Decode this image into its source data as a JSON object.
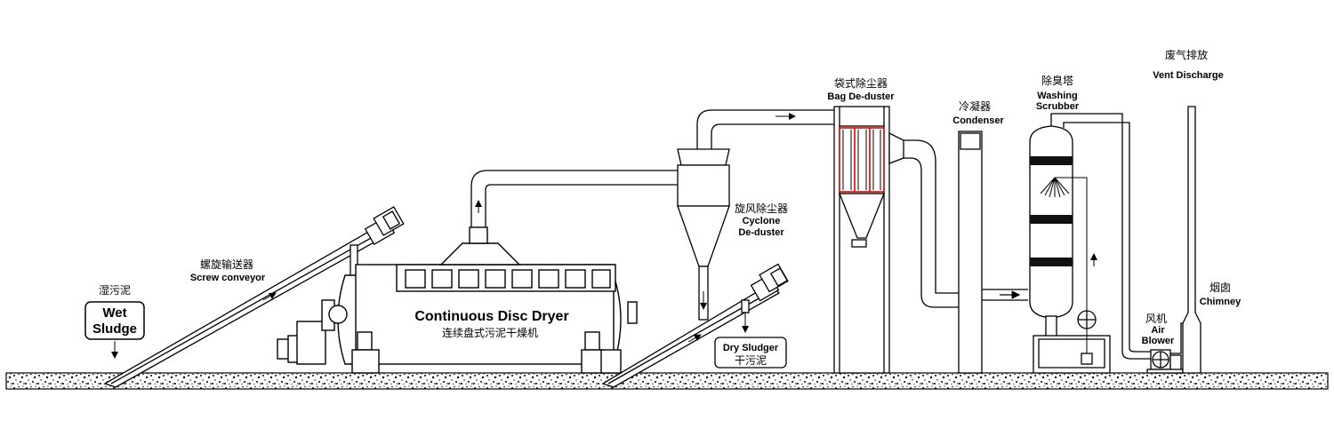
{
  "labels": {
    "wet_sludge_cn": "湿污泥",
    "wet_sludge_en_1": "Wet",
    "wet_sludge_en_2": "Sludge",
    "screw_conveyor_cn": "螺旋输送器",
    "screw_conveyor_en": "Screw conveyor",
    "dryer_en": "Continuous Disc Dryer",
    "dryer_cn": "连续盘式污泥干燥机",
    "cyclone_cn": "旋风除尘器",
    "cyclone_en_1": "Cyclone",
    "cyclone_en_2": "De-duster",
    "dry_sludge_en": "Dry Sludger",
    "dry_sludge_cn": "干污泥",
    "bag_cn": "袋式除尘器",
    "bag_en": "Bag De-duster",
    "condenser_cn": "冷凝器",
    "condenser_en": "Condenser",
    "scrubber_cn": "除臭塔",
    "scrubber_en_1": "Washing",
    "scrubber_en_2": "Scrubber",
    "vent_cn": "废气排放",
    "vent_en": "Vent Discharge",
    "blower_cn": "风机",
    "blower_en_1": "Air",
    "blower_en_2": "Blower",
    "chimney_cn": "烟囱",
    "chimney_en": "Chimney"
  },
  "colors": {
    "line": "#000000",
    "bag_filter_accent": "#e0201c",
    "background": "#ffffff"
  }
}
